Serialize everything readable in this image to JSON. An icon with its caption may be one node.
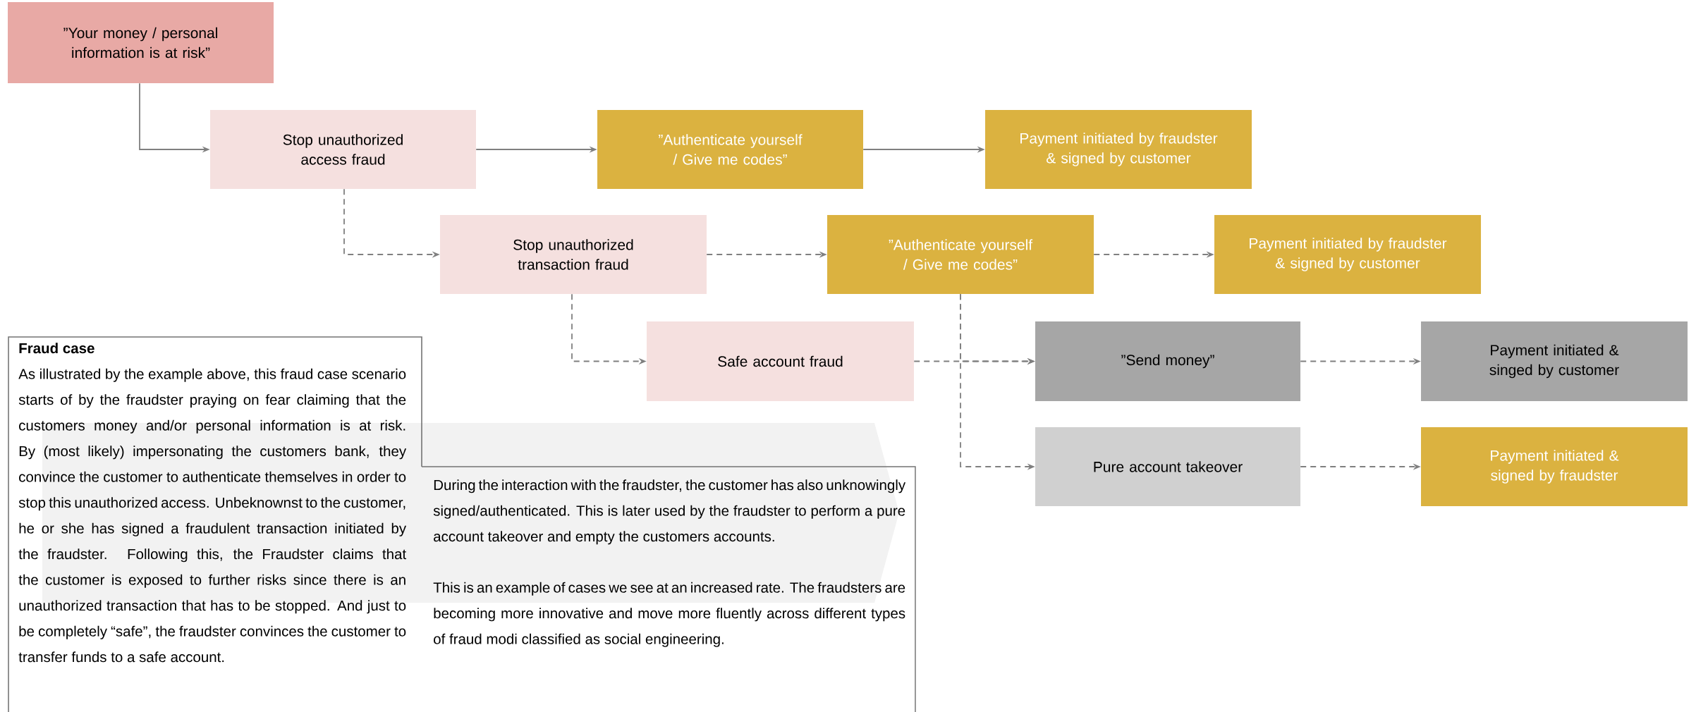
{
  "diagram": {
    "nodes": [
      {
        "text": [
          "”Your money / personal information is at risk”"
        ]
      },
      {
        "text": [
          "Stop unauthorized access fraud"
        ]
      },
      {
        "text": [
          "”Authenticate yourself / Give me codes”"
        ]
      },
      {
        "text": [
          "Payment initiated by fraudster & signed by customer"
        ]
      },
      {
        "text": [
          "Stop unauthorized transaction fraud"
        ]
      },
      {
        "text": [
          "”Authenticate yourself / Give me codes”"
        ]
      },
      {
        "text": [
          "Payment initiated by fraudster & signed by customer"
        ]
      },
      {
        "text": [
          "Safe account fraud"
        ]
      },
      {
        "text": [
          "”Send money”"
        ]
      },
      {
        "text": [
          "Payment initiated & singed by customer"
        ]
      },
      {
        "text": [
          "Pure account takeover"
        ]
      },
      {
        "text": [
          "Payment initiated & signed by fraudster"
        ]
      },
      {
        "text": [
          "Fraud case",
          "As illustrated by the example above, this fraud case scenario starts of by the fraudster praying on fear claiming that the customers money and/or personal information is at risk. By (most likely) impersonating the customers bank, they convince the customer to authenticate themselves in order to stop this unauthorized access. Unbeknownst to the customer, he or she has signed a fraudulent transaction initiated by the fraudster. Following this, the Fraudster claims that the customer is exposed to further risks since there is an unauthorized transaction that has to be stopped. And just to be completely “safe”, the fraudster convinces the customer to transfer funds to a safe account."
        ]
      },
      {
        "text": [
          "During the interaction with the fraudster, the customer has also unknowingly signed/authenticated. This is later used by the fraudster to perform a pure account takeover and empty the customers accounts.",
          "This is an example of cases we see at an increased rate. The fraudsters are becoming more innovative and move more fluently across different types of fraud modi classified as social engineering."
        ]
      }
    ],
    "edges": [
      {
        "from": 0,
        "to": 1,
        "arrow": "to"
      },
      {
        "from": 1,
        "to": 2,
        "arrow": "to"
      },
      {
        "from": 2,
        "to": 3,
        "arrow": "to"
      },
      {
        "from": 1,
        "to": 4,
        "arrow": "to",
        "style": "dashed"
      },
      {
        "from": 4,
        "to": 5,
        "arrow": "to",
        "style": "dashed"
      },
      {
        "from": 5,
        "to": 6,
        "arrow": "to",
        "style": "dashed"
      },
      {
        "from": 4,
        "to": 7,
        "arrow": "to",
        "style": "dashed"
      },
      {
        "from": 7,
        "to": 8,
        "arrow": "to",
        "style": "dashed"
      },
      {
        "from": 5,
        "to": 8,
        "arrow": "to",
        "style": "dashed"
      },
      {
        "from": 5,
        "to": 10,
        "arrow": "to",
        "style": "dashed"
      },
      {
        "from": 8,
        "to": 9,
        "arrow": "to",
        "style": "dashed"
      },
      {
        "from": 10,
        "to": 11,
        "arrow": "to",
        "style": "dashed"
      }
    ]
  }
}
